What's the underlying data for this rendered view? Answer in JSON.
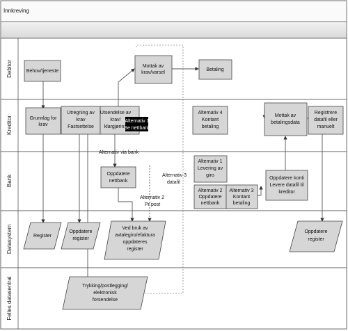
{
  "title": "Innkreving",
  "lanes": [
    "Debitor",
    "Kreditor",
    "Bank",
    "Datasystem",
    "Felles datasentral"
  ],
  "nodes": {
    "behov": [
      "Behov/tjeneste"
    ],
    "mottak_krav": [
      "Mottak av",
      "krav/varsel"
    ],
    "betaling": [
      "Betaling"
    ],
    "grunnlag": [
      "Grunnlag for",
      "krav"
    ],
    "utregning": [
      "Utregning av",
      "krav",
      "Fastsettelse"
    ],
    "utsendelse": [
      "Utsendelse av",
      "krav/",
      "klargjøring"
    ],
    "alt1_badge": [
      "Alternativ 1",
      "Se nettbank"
    ],
    "alt4_kontant": [
      "Alternativ 4",
      "Kontant",
      "betaling"
    ],
    "mottak_betaling": [
      "Mottak av",
      "betalingsdata"
    ],
    "registrere": [
      "Registrere",
      "datafil eller",
      "manuelt"
    ],
    "oppdatere_nettbank": [
      "Oppdatere",
      "nettbank"
    ],
    "alt1_giro": [
      "Alternativ 1",
      "Levering av",
      "giro"
    ],
    "alt2_nettbank": [
      "Alternativ 2",
      "Oppdatere",
      "nettbank"
    ],
    "alt3_kontant": [
      "Alternativ 3",
      "Kontant",
      "betaling"
    ],
    "oppdatere_konti": [
      "Oppdatere konti",
      "Levere datafil til",
      "kreditor"
    ],
    "register1": [
      "Register"
    ],
    "oppdatere_register1": [
      "Oppdatere",
      "register"
    ],
    "ved_bruk": [
      "Ved bruk av",
      "avtalegiro/efaktura",
      "oppdateres",
      "register"
    ],
    "oppdatere_register2": [
      "Oppdatere",
      "register"
    ],
    "trykking": [
      "Trykking/postlegging/",
      "elektronisk",
      "forsendelse"
    ]
  },
  "annotations": {
    "alt_via_bank": "Alternativ via bank",
    "alt3_datafil": [
      "Alternativ 3",
      "datafil"
    ],
    "alt2_post": [
      "Alternativ 2",
      "Pr post"
    ]
  },
  "colors": {
    "box_fill": "#d6d6d6",
    "lane_bg": "#ffffff",
    "header_bg": "#e6e6e6"
  }
}
